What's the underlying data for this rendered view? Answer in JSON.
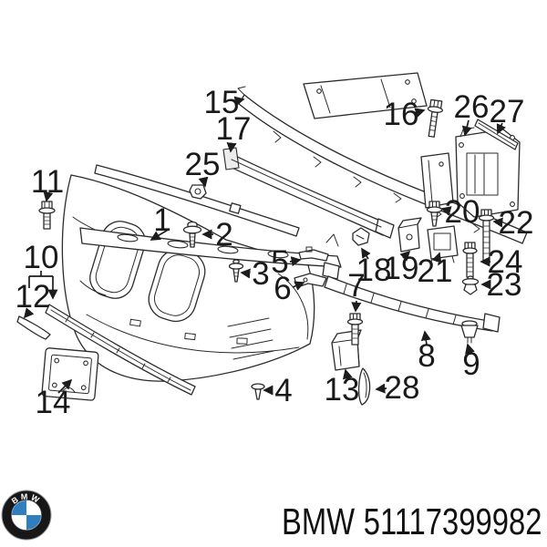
{
  "diagram": {
    "callouts": [
      "1",
      "2",
      "3",
      "4",
      "5",
      "6",
      "7",
      "8",
      "9",
      "10",
      "11",
      "12",
      "13",
      "14",
      "15",
      "16",
      "17",
      "18",
      "19",
      "20",
      "21",
      "22",
      "23",
      "24",
      "25",
      "26",
      "27",
      "28"
    ]
  },
  "logo": {
    "letters": "BMW"
  },
  "footer": {
    "brand": "BMW",
    "part_number": "51117399982"
  },
  "colors": {
    "ink": "#2b2b2b",
    "logo_blue": "#2f7ec0",
    "logo_ring": "#171717"
  }
}
